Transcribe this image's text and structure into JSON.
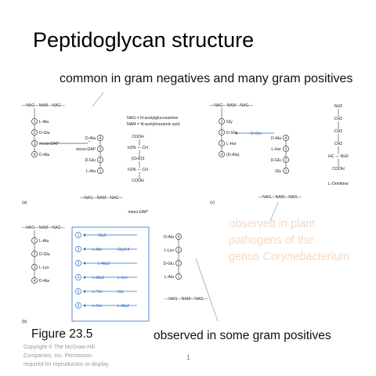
{
  "slide": {
    "title": "Peptidoglycan structure",
    "subtitle": "common in gram negatives and many gram positives",
    "note_plant_lines": [
      "observed in plant",
      "pathogens of the"
    ],
    "note_plant_prefix": "genus ",
    "note_plant_italic": "Corynebacterium",
    "note_gram_positives": "observed in some gram positives",
    "figure_label": "Figure 23.5",
    "copyright": "Copyright © The McGraw-Hill Companies, Inc. Permission required for reproduction or display.",
    "page_number": "1"
  },
  "colors": {
    "background": "#ffffff",
    "text": "#111111",
    "faded_note": "#f4d9c4",
    "arrow_blue": "#2a6fc4",
    "line_gray": "#9a9a9a"
  },
  "panel_a": {
    "backbone_top": "—NAG—NAM—NAG—",
    "backbone_bottom": "—NAG—NAM—NAG—",
    "left_chain": [
      {
        "n": "1",
        "label": "L-Ala"
      },
      {
        "n": "2",
        "label": "D-Glu"
      },
      {
        "n": "3",
        "label": "meso-DAP"
      },
      {
        "n": "4",
        "label": "D-Ala"
      }
    ],
    "right_chain": [
      {
        "n": "4",
        "label": "D-Ala"
      },
      {
        "n": "3",
        "label": "meso-DAP"
      },
      {
        "n": "2",
        "label": "D-Glu"
      },
      {
        "n": "1",
        "label": "L-Ala"
      }
    ],
    "legend": [
      "NAG = N-acetylglucosamine",
      "NAM = N-acetylmuramic acid"
    ],
    "dap_structure": [
      "COOH",
      "H2N — CH",
      "(CH2)3",
      "H2N — CH",
      "COOH"
    ],
    "dap_caption": "meso-DAP",
    "panel_label": "(a)"
  },
  "panel_b": {
    "backbone": "—NAG—NAM—NAG—",
    "left_chain": [
      {
        "n": "1",
        "label": "L-Ala"
      },
      {
        "n": "2",
        "label": "D-Glu"
      },
      {
        "n": "3",
        "label": "L-Lys"
      },
      {
        "n": "4",
        "label": "D-Ala"
      }
    ],
    "right_chain": [
      {
        "n": "4",
        "label": "D-Ala"
      },
      {
        "n": "3",
        "label": "L-Lys"
      },
      {
        "n": "2",
        "label": "D-Glu"
      },
      {
        "n": "1",
        "label": "L-Ala"
      }
    ],
    "backbone_bottom": "—NAG—NAM—NAG—",
    "bridges": [
      {
        "n": "1",
        "items": [
          "Gly5"
        ]
      },
      {
        "n": "2",
        "items": [
          "L-Ala",
          "Gly3-4"
        ]
      },
      {
        "n": "3",
        "items": [
          "L-Ala3"
        ]
      },
      {
        "n": "4",
        "items": [
          "L-Ala2",
          "L-Ser"
        ]
      },
      {
        "n": "5",
        "items": [
          "L-Thr",
          "Gly"
        ]
      },
      {
        "n": "6",
        "items": [
          "L-Ser",
          "L-Ala2"
        ]
      }
    ],
    "panel_label": "(b)"
  },
  "panel_c": {
    "backbone": "—NAG—NAM—NAG—",
    "left_chain": [
      {
        "n": "1",
        "label": "Gly"
      },
      {
        "n": "2",
        "label": "D-Glu"
      },
      {
        "n": "3",
        "label": "L-Hsr"
      },
      {
        "n": "4",
        "label": "(D-Ala)"
      }
    ],
    "right_chain": [
      {
        "n": "4",
        "label": "D-Ala"
      },
      {
        "n": "3",
        "label": "L-Hsr"
      },
      {
        "n": "2",
        "label": "D-Glu"
      },
      {
        "n": "1",
        "label": "Gly"
      }
    ],
    "bridge": "D-Orn",
    "backbone_bottom": "—NAG—NAM—NAG—",
    "orn_structure": [
      "NH2",
      "CH2",
      "CH2",
      "CH2",
      "HC — NH2",
      "COOH"
    ],
    "orn_caption": "L-Ornithine",
    "panel_label": "(c)"
  }
}
